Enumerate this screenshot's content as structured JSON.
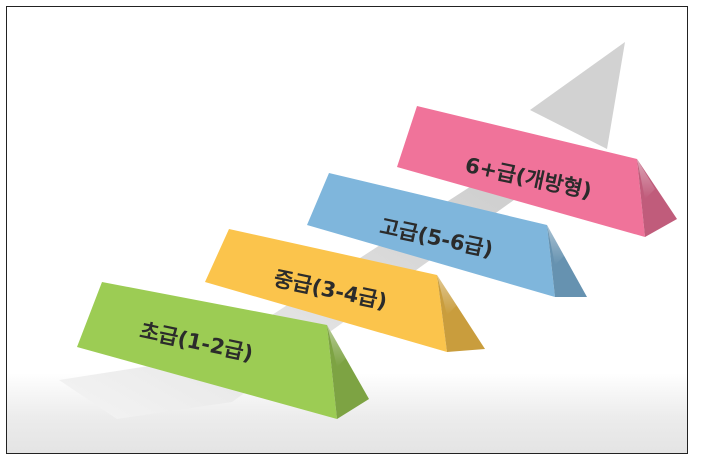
{
  "steps": [
    {
      "label": "초급(1-2급)",
      "color": "#9ccc54"
    },
    {
      "label": "중급(3-4급)",
      "color": "#fbc44c"
    },
    {
      "label": "고급(5-6급)",
      "color": "#7fb6dc"
    },
    {
      "label": "6+급(개방형)",
      "color": "#f0739a"
    }
  ],
  "arrow_color": "#d2d2d2"
}
